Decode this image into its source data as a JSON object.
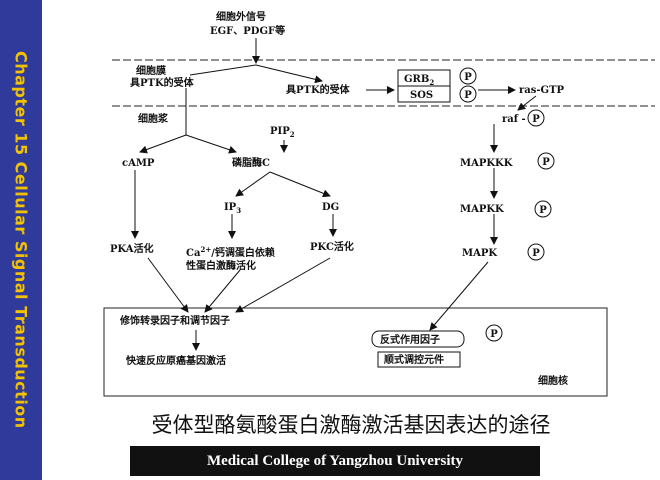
{
  "sidebar": {
    "title": "Chapter 15 Cellular Signal Transduction"
  },
  "nodes": {
    "extracellular_signal": "细胞外信号",
    "egf_pdgf": "EGF、PDGF等",
    "cell_membrane": "细胞膜",
    "ptk_receptor_left": "具PTK的受体",
    "ptk_receptor_right": "具PTK的受体",
    "grb2": "GRB",
    "grb2_sub": "2",
    "sos": "SOS",
    "p": "P",
    "ras_gtp": "ras-GTP",
    "cytoplasm": "细胞浆",
    "pip2": "PIP",
    "pip2_sub": "2",
    "raf": "raf -",
    "camp": "cAMP",
    "plc": "磷脂酶C",
    "mapkkk": "MAPKKK",
    "ip3": "IP",
    "ip3_sub": "3",
    "dg": "DG",
    "mapkk": "MAPKK",
    "pka": "PKA活化",
    "ca_line1_prefix": "Ca",
    "ca_line1_sup": "2+",
    "ca_line1_rest": "/钙调蛋白依赖",
    "ca_line2": "性蛋白激酶活化",
    "pkc": "PKC活化",
    "mapk": "MAPK",
    "modify_factors": "修饰转录因子和调节因子",
    "trans_factor": "反式作用因子",
    "cis_element": "顺式调控元件",
    "rapid_gene": "快速反应原癌基因激活",
    "nucleus": "细胞核"
  },
  "caption": "受体型酪氨酸蛋白激酶激活基因表达的途径",
  "footer": "Medical College of Yangzhou University"
}
